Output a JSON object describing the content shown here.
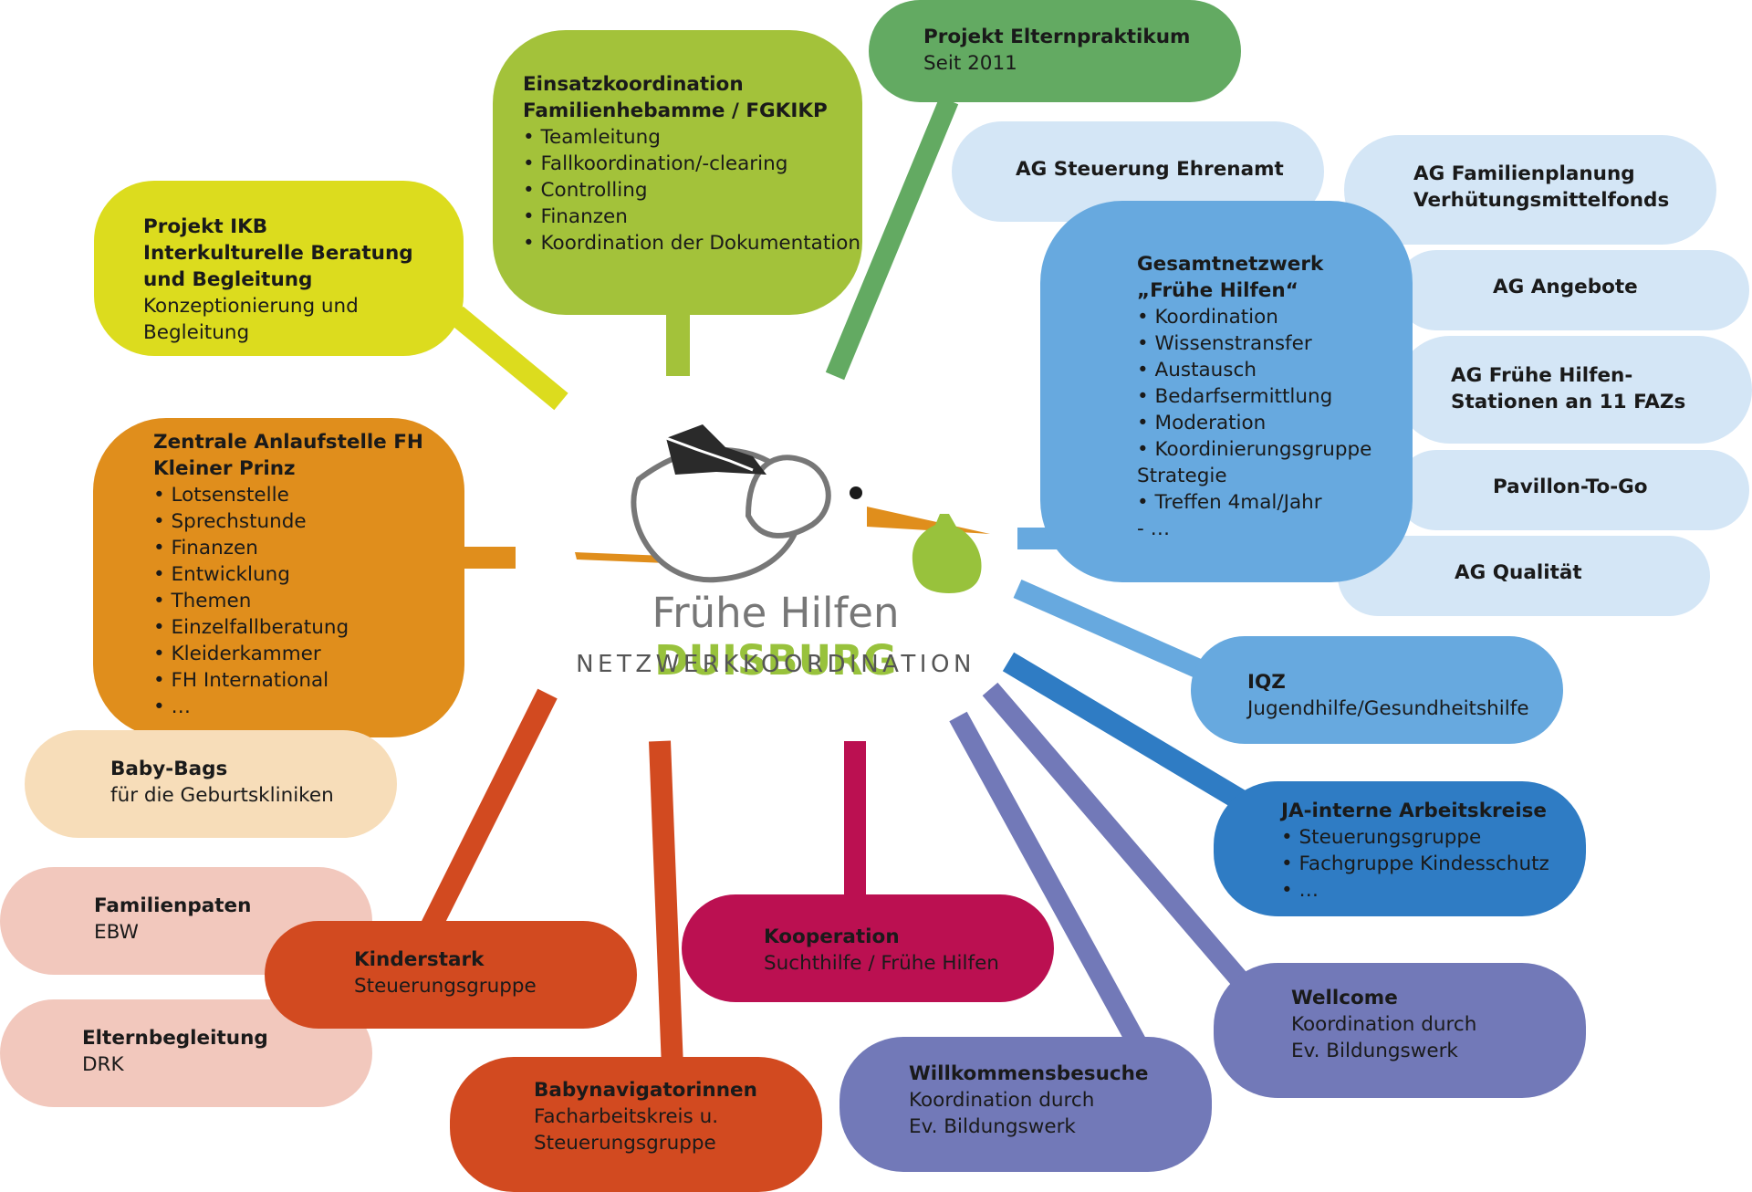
{
  "center": {
    "title_part1": "Frühe Hilfen",
    "title_part2": "DUISBURG",
    "subtitle": "NETZWERKKOORDINATION"
  },
  "nodes": {
    "ikb": {
      "title": [
        "Projekt IKB",
        "Interkulturelle Beratung",
        "und Begleitung"
      ],
      "sub": [
        "Konzeptionierung und Begleitung"
      ]
    },
    "einsatz": {
      "title": [
        "Einsatzkoordination",
        "Familienhebamme / FGKIKP"
      ],
      "items": [
        "Teamleitung",
        "Fallkoordination/-clearing",
        "Controlling",
        "Finanzen",
        "Koordination der Dokumentation"
      ]
    },
    "eltern_praktikum": {
      "title": [
        "Projekt Elternpraktikum"
      ],
      "sub": [
        "Seit 2011"
      ]
    },
    "ag_ehrenamt": {
      "title": [
        "AG Steuerung Ehrenamt"
      ]
    },
    "ag_familienplanung": {
      "title": [
        "AG Familienplanung",
        "Verhütungsmittelfonds"
      ]
    },
    "gesamtnetzwerk": {
      "title": [
        "Gesamtnetzwerk",
        "„Frühe Hilfen“"
      ],
      "items1": [
        "Koordination",
        "Wissenstransfer",
        "Austausch",
        "Bedarfsermittlung",
        "Moderation",
        "Koordinierungsgruppe"
      ],
      "sub": [
        "Strategie"
      ],
      "items2": [
        "Treffen 4mal/Jahr"
      ],
      "tail": "- …"
    },
    "ag_angebote": {
      "title": [
        "AG Angebote"
      ]
    },
    "ag_stationen": {
      "title": [
        "AG Frühe Hilfen-",
        "Stationen an 11 FAZs"
      ]
    },
    "pavillon": {
      "title": [
        "Pavillon-To-Go"
      ]
    },
    "ag_qualitaet": {
      "title": [
        "AG Qualität"
      ]
    },
    "zentrale": {
      "title": [
        "Zentrale Anlaufstelle FH",
        "Kleiner Prinz"
      ],
      "items": [
        "Lotsenstelle",
        "Sprechstunde",
        "Finanzen",
        "Entwicklung",
        "Themen",
        "Einzelfallberatung",
        "Kleiderkammer",
        "FH International",
        "…"
      ]
    },
    "baby_bags": {
      "title": [
        "Baby-Bags"
      ],
      "sub": [
        "für die Geburtskliniken"
      ]
    },
    "familienpaten": {
      "title": [
        "Familienpaten"
      ],
      "sub": [
        "EBW"
      ]
    },
    "kinderstark": {
      "title": [
        "Kinderstark"
      ],
      "sub": [
        "Steuerungsgruppe"
      ]
    },
    "elternbegleitung": {
      "title": [
        "Elternbegleitung"
      ],
      "sub": [
        "DRK"
      ]
    },
    "babynavigatorinnen": {
      "title": [
        "Babynavigatorinnen"
      ],
      "sub": [
        "Facharbeitskreis u.",
        "Steuerungsgruppe"
      ]
    },
    "kooperation": {
      "title": [
        "Kooperation"
      ],
      "sub": [
        "Suchthilfe / Frühe Hilfen"
      ]
    },
    "willkommensbesuche": {
      "title": [
        "Willkommensbesuche"
      ],
      "sub": [
        "Koordination durch",
        "Ev. Bildungswerk"
      ]
    },
    "wellcome": {
      "title": [
        "Wellcome"
      ],
      "sub": [
        "Koordination durch",
        "Ev. Bildungswerk"
      ]
    },
    "iqz": {
      "title": [
        "IQZ"
      ],
      "sub": [
        "Jugendhilfe/Gesundheitshilfe"
      ]
    },
    "ja_intern": {
      "title": [
        "JA-interne Arbeitskreise"
      ],
      "items": [
        "Steuerungsgruppe",
        "Fachgruppe Kindesschutz",
        "…"
      ]
    }
  },
  "colors": {
    "yellow_green": "#dcdc1e",
    "light_green": "#a3c23a",
    "green": "#63aa62",
    "light_blue_box": "#d4e6f6",
    "blue": "#67a9df",
    "dark_blue": "#2f7cc4",
    "orange": "#e08e1c",
    "peach": "#f7ddb9",
    "pink": "#f2c8bd",
    "red_orange": "#d24a20",
    "magenta": "#bb1051",
    "purple": "#7279b8",
    "logo_grey": "#777777",
    "logo_green": "#98c23c"
  },
  "icons": [
    "stork-logo-icon"
  ]
}
